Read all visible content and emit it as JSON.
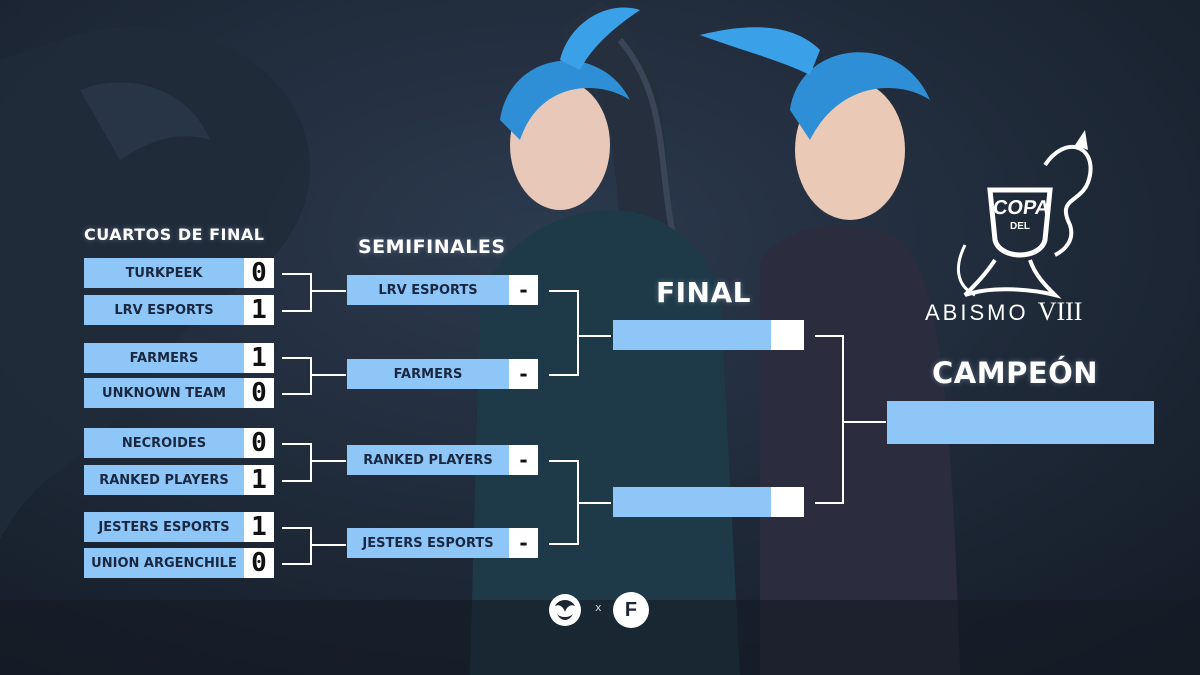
{
  "headers": {
    "quarters": "CUARTOS DE FINAL",
    "semis": "SEMIFINALES",
    "final": "FINAL",
    "champion": "CAMPEÓN"
  },
  "quarterfinals": [
    {
      "team": "TURKPEEK",
      "score": "0"
    },
    {
      "team": "LRV ESPORTS",
      "score": "1"
    },
    {
      "team": "FARMERS",
      "score": "1"
    },
    {
      "team": "UNKNOWN TEAM",
      "score": "0"
    },
    {
      "team": "NECROIDES",
      "score": "0"
    },
    {
      "team": "RANKED PLAYERS",
      "score": "1"
    },
    {
      "team": "JESTERS ESPORTS",
      "score": "1"
    },
    {
      "team": "UNION ARGENCHILE",
      "score": "0"
    }
  ],
  "semifinals": [
    {
      "team": "LRV ESPORTS",
      "score": "-"
    },
    {
      "team": "FARMERS",
      "score": "-"
    },
    {
      "team": "RANKED PLAYERS",
      "score": "-"
    },
    {
      "team": "JESTERS ESPORTS",
      "score": "-"
    }
  ],
  "final": [
    {
      "team": "",
      "score": ""
    },
    {
      "team": "",
      "score": ""
    }
  ],
  "champion": {
    "team": ""
  },
  "logo": {
    "copa": "COPA",
    "del": "DEL",
    "abismo": "ABISMO",
    "edition": "VIII"
  },
  "partners": {
    "separator": "x",
    "f_mark": "F"
  },
  "colors": {
    "box": "#8ec7f7",
    "score_bg": "#ffffff",
    "background": "#1b2533"
  }
}
